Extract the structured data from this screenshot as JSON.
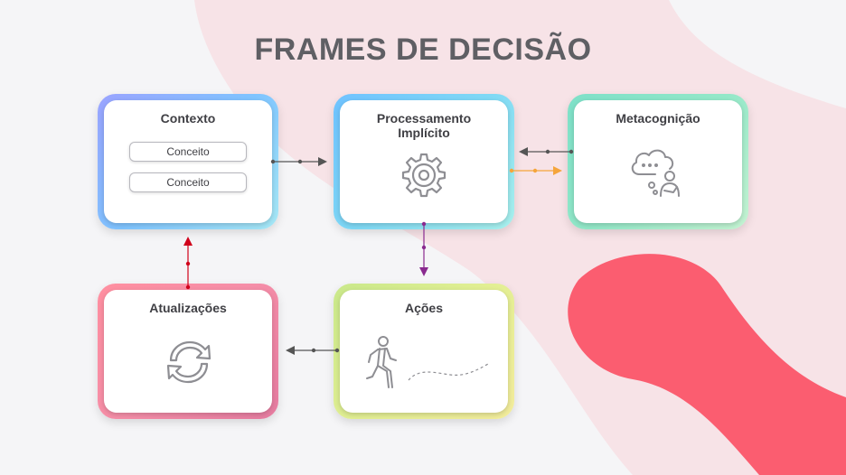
{
  "title": "FRAMES DE DECISÃO",
  "colors": {
    "background": "#f5f5f7",
    "blob_pink_light": "#f7e3e7",
    "blob_coral": "#fb5d70",
    "title": "#5f5f64",
    "arrow_gray": "#555555",
    "arrow_orange": "#f5a53b",
    "arrow_purple": "#8a2a8f",
    "arrow_red": "#d0021b"
  },
  "nodes": {
    "contexto": {
      "title": "Contexto",
      "items": [
        "Conceito",
        "Conceito"
      ]
    },
    "processamento": {
      "title": "Processamento Implícito",
      "icon": "gear-icon"
    },
    "metacognicao": {
      "title": "Metacognição",
      "icon": "thinking-person-icon"
    },
    "atualizacoes": {
      "title": "Atualizações",
      "icon": "refresh-icon"
    },
    "acoes": {
      "title": "Ações",
      "icon": "running-person-icon"
    }
  },
  "edges": [
    {
      "from": "Contexto",
      "to": "Processamento Implícito"
    },
    {
      "from": "Metacognição",
      "to": "Processamento Implícito"
    },
    {
      "from": "Processamento Implícito",
      "to": "Metacognição"
    },
    {
      "from": "Processamento Implícito",
      "to": "Ações"
    },
    {
      "from": "Ações",
      "to": "Atualizações"
    },
    {
      "from": "Atualizações",
      "to": "Contexto"
    }
  ]
}
